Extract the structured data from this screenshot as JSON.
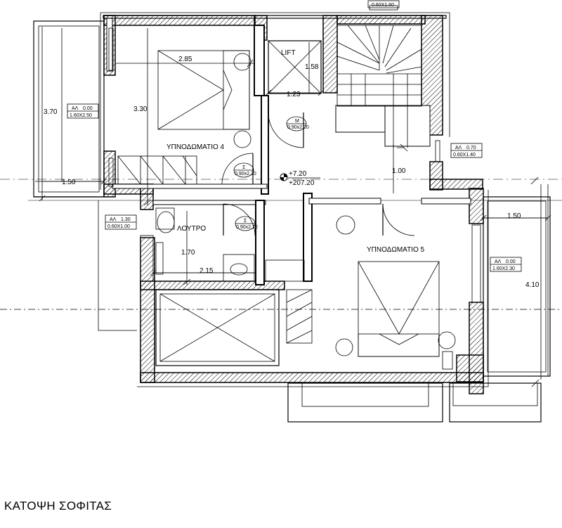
{
  "plan": {
    "caption": "ΚΑΤΟΨΗ ΣΟΦΙΤΑΣ",
    "rooms": {
      "bedroom4": "ΥΠΝΟΔΩΜΑΤΙΟ 4",
      "bedroom5": "ΥΠΝΟΔΩΜΑΤΙΟ 5",
      "bathroom": "ΛΟΥΤΡΟ",
      "lift": "LIFT"
    },
    "dimensions": {
      "d_285": "2.85",
      "d_330": "3.30",
      "d_370": "3.70",
      "d_150_left": "1.50",
      "d_158": "1.58",
      "d_123": "1.23",
      "d_100": "1.00",
      "d_150_right": "1.50",
      "d_410": "4.10",
      "d_170": "1.70",
      "d_215": "2.15"
    },
    "level": {
      "upper": "+7.20",
      "lower": "+207.20"
    },
    "window_tags": [
      {
        "code": "ΑΛ",
        "value": "0.00",
        "size": "1.60X2.50"
      },
      {
        "code": "ΑΛ",
        "value": "0.70",
        "size": "0.60X1.40"
      },
      {
        "code": "ΑΛ",
        "value": "1.30",
        "size": "0.60X1.00"
      },
      {
        "code": "ΑΛ",
        "value": "0.00",
        "size": "1.60X2.30"
      }
    ],
    "top_tag": "0.60X1.60",
    "door_tags": [
      {
        "mark": "Μ",
        "size": "0.90x2.20"
      },
      {
        "mark": "Σ",
        "size": "0.90x2.20"
      },
      {
        "mark": "Σ",
        "size": "0.90x2.20"
      }
    ]
  }
}
